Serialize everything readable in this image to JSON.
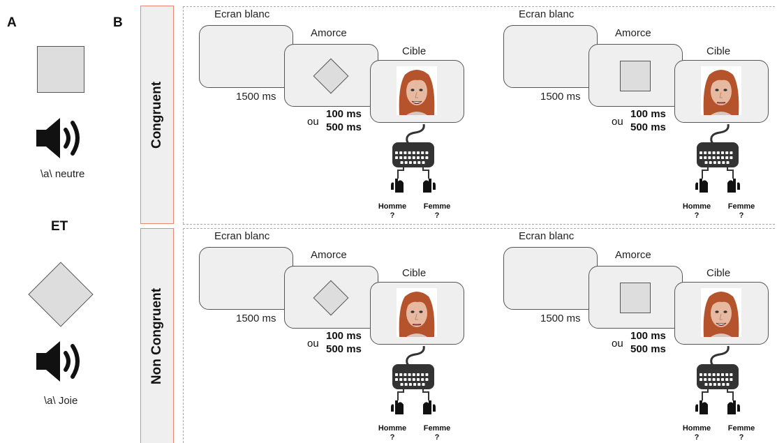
{
  "panel_a": {
    "letter": "A",
    "neutral_caption": "\\a\\ neutre",
    "joy_caption": "\\a\\ Joie",
    "conjunction": "ET",
    "icons": [
      "square-shape",
      "speaker-icon",
      "diamond-shape",
      "speaker-icon"
    ]
  },
  "panel_b": {
    "letter": "B",
    "rows": [
      {
        "label": "Congruent",
        "trials": [
          {
            "blank_label": "Ecran blanc",
            "blank_duration": "1500 ms",
            "prime_label": "Amorce",
            "prime_shape": "diamond",
            "or_text": "ou",
            "soa_1": "100 ms",
            "soa_2": "500 ms",
            "target_label": "Cible",
            "target_face": "joy-face",
            "resp_left": "Homme",
            "resp_left_q": "?",
            "resp_right": "Femme",
            "resp_right_q": "?"
          },
          {
            "blank_label": "Ecran blanc",
            "blank_duration": "1500 ms",
            "prime_label": "Amorce",
            "prime_shape": "square",
            "or_text": "ou",
            "soa_1": "100 ms",
            "soa_2": "500 ms",
            "target_label": "Cible",
            "target_face": "neutral-face",
            "resp_left": "Homme",
            "resp_left_q": "?",
            "resp_right": "Femme",
            "resp_right_q": "?"
          }
        ]
      },
      {
        "label": "Non Congruent",
        "trials": [
          {
            "blank_label": "Ecran blanc",
            "blank_duration": "1500 ms",
            "prime_label": "Amorce",
            "prime_shape": "diamond",
            "or_text": "ou",
            "soa_1": "100 ms",
            "soa_2": "500 ms",
            "target_label": "Cible",
            "target_face": "neutral-face",
            "resp_left": "Homme",
            "resp_left_q": "?",
            "resp_right": "Femme",
            "resp_right_q": "?"
          },
          {
            "blank_label": "Ecran blanc",
            "blank_duration": "1500 ms",
            "prime_label": "Amorce",
            "prime_shape": "square",
            "or_text": "ou",
            "soa_1": "100 ms",
            "soa_2": "500 ms",
            "target_label": "Cible",
            "target_face": "joy-face",
            "resp_left": "Homme",
            "resp_left_q": "?",
            "resp_right": "Femme",
            "resp_right_q": "?"
          }
        ]
      }
    ]
  },
  "colors": {
    "row_label_border": "#e9866b",
    "row_label_fill": "#efefef",
    "box_fill": "#efefef",
    "shape_fill": "#dddddd",
    "hair": "#b5532c",
    "skin": "#e6b9a0",
    "keyboard": "#333333"
  }
}
